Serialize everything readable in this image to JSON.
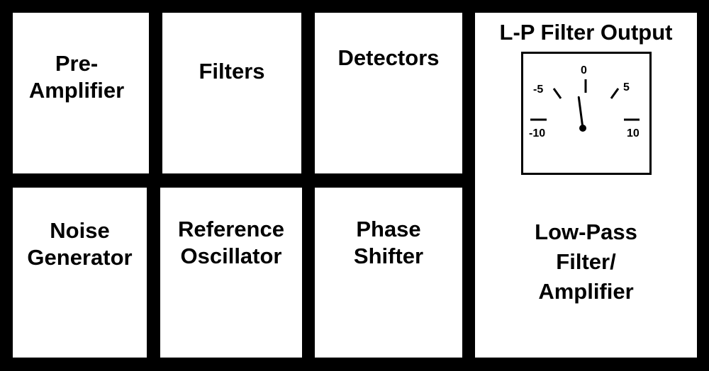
{
  "blocks": {
    "preamp": "Pre-\nAmplifier",
    "filters": "Filters",
    "detectors": "Detectors",
    "noise_generator": "Noise\nGenerator",
    "reference_oscillator": "Reference\nOscillator",
    "phase_shifter": "Phase\nShifter",
    "low_pass": "Low-Pass\nFilter/\nAmplifier"
  },
  "meter": {
    "title": "L-P Filter Output",
    "scale_labels": [
      "-10",
      "-5",
      "0",
      "5",
      "10"
    ],
    "needle_value": -1
  },
  "colors": {
    "background": "#000000",
    "panel": "#ffffff",
    "ink": "#000000"
  }
}
